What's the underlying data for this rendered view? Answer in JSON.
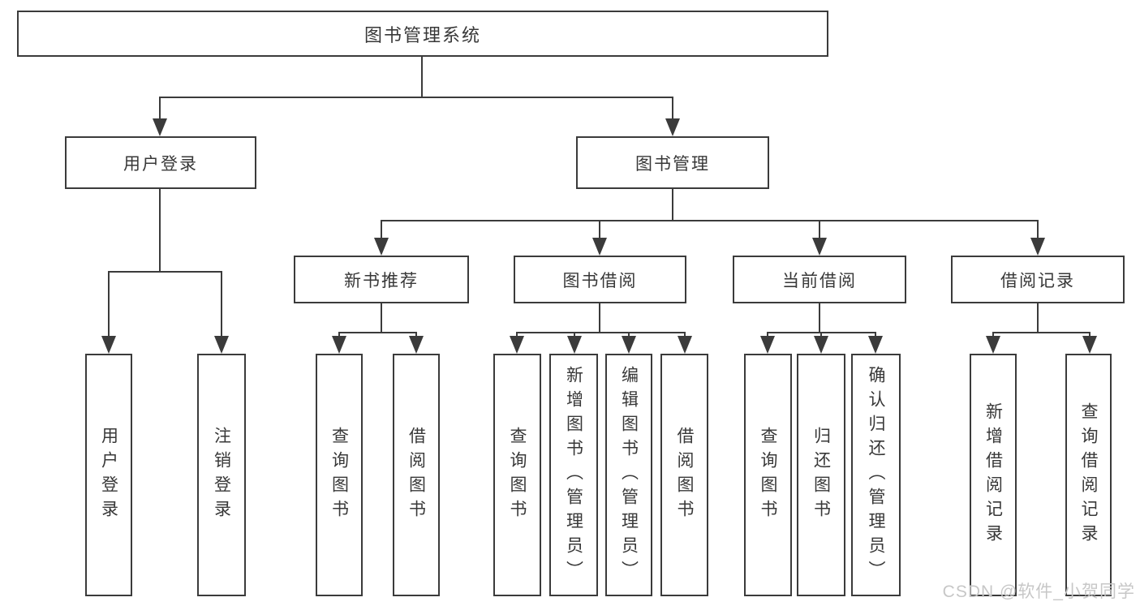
{
  "diagram_title": "图书管理系统",
  "nodes": {
    "root": "图书管理系统",
    "user_login": "用户登录",
    "book_management": "图书管理",
    "new_book_recommend": "新书推荐",
    "book_borrowing": "图书借阅",
    "current_borrowing": "当前借阅",
    "borrowing_records": "借阅记录",
    "leaf_user_login": "用户登录",
    "leaf_logout": "注销登录",
    "leaf_query_books_a": "查询图书",
    "leaf_borrow_books_a": "借阅图书",
    "leaf_query_books_b": "查询图书",
    "leaf_add_book_admin": "新增图书（管理员）",
    "leaf_edit_book_admin": "编辑图书（管理员）",
    "leaf_borrow_books_b": "借阅图书",
    "leaf_query_books_c": "查询图书",
    "leaf_return_books": "归还图书",
    "leaf_confirm_return_admin": "确认归还（管理员）",
    "leaf_add_borrow_record": "新增借阅记录",
    "leaf_query_borrow_record": "查询借阅记录"
  },
  "watermark": "CSDN @软件_小贺同学",
  "colors": {
    "line": "#3b3b3b",
    "text": "#383838",
    "watermark": "#c7c7c7",
    "background": "#ffffff"
  }
}
